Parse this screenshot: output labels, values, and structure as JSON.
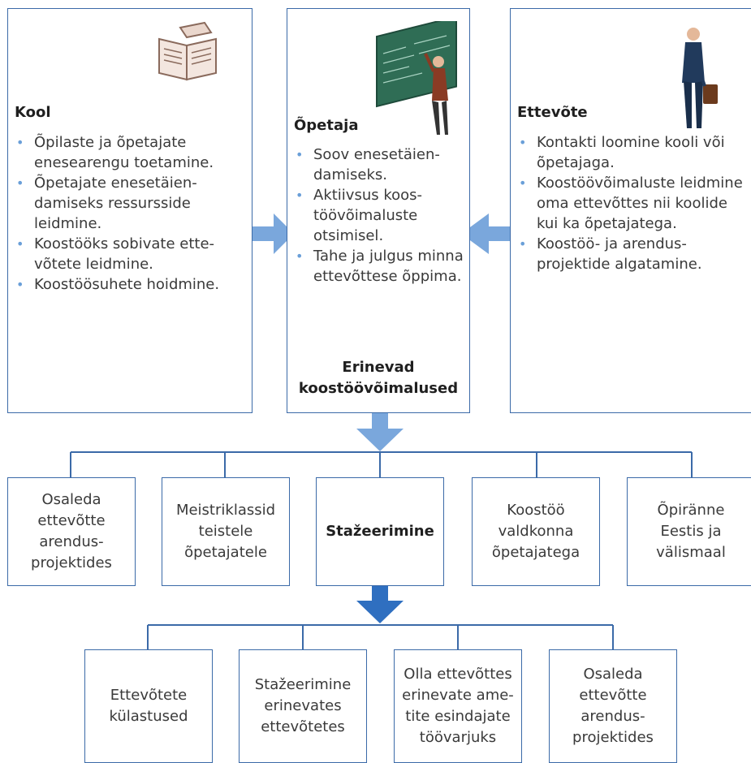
{
  "columns": [
    {
      "title": "Kool",
      "items": [
        "Õpilaste ja õpetajate enesearengu toetamine.",
        "Õpetajate enesetäien-damiseks ressursside leidmine.",
        "Koostööks sobivate ette-võtete leidmine.",
        "Koostöösuhete hoidmine."
      ]
    },
    {
      "title": "Õpetaja",
      "items": [
        "Soov enesetäien-damiseks.",
        "Aktiivsus koos-töövõimaluste otsimisel.",
        "Tahe ja julgus minna ettevõttese õppima."
      ],
      "footer": "Erinevad\nkoostöövõimalused"
    },
    {
      "title": "Ettevõte",
      "items": [
        "Kontakti loomine kooli või õpetajaga.",
        "Koostöövõimaluste leidmine oma ettevõttes nii koolide kui ka õpetajatega.",
        "Koostöö- ja arendus-projektide algatamine."
      ]
    }
  ],
  "middle_row": [
    "Osaleda\nettevõtte\narendus-\nprojektides",
    "Meistriklassid\nteistele\nõpetajatele",
    "Stažeerimine",
    "Koostöö\nvaldkonna\nõpetajatega",
    "Õpiränne\nEestis ja\nvälismaal"
  ],
  "bottom_row": [
    "Ettevõtete\nkülastused",
    "Stažeerimine\nerinevates\nettevõtetes",
    "Olla ettevõttes\nerinevate ame-\ntite esindajate\ntöövarjuks",
    "Osaleda\nettevõtte\narendus-\nprojektides"
  ],
  "icons": {
    "school": "open-book-icon",
    "teacher": "teacher-at-blackboard-icon",
    "company": "businessman-with-briefcase-icon"
  },
  "colors": {
    "box_border": "#3b6aa8",
    "arrow_light": "#7aa7dc",
    "arrow_dark": "#2f6fc0",
    "bullet": "#6a9fd8"
  }
}
